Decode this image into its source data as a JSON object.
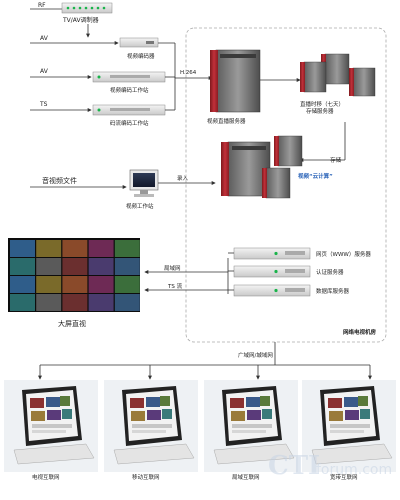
{
  "inputs": {
    "rf": "RF",
    "av1": "AV",
    "av2": "AV",
    "ts": "TS",
    "av_file": "音视频文件"
  },
  "devices": {
    "tv_av_modulator": "TV/AV调制器",
    "video_encoder": "视频编码器",
    "video_encode_station": "视频编码工作站",
    "stream_encode_station": "码流编码工作站",
    "video_workstation": "视频工作站",
    "video_live_server": "视频直播服务器",
    "timeshift_storage": "直播时移（七天）\n存储服务器",
    "web_server": "网页（WWW）服务器",
    "auth_server": "认证服务器",
    "db_server": "数据库服务器"
  },
  "labels": {
    "h264": "H.264",
    "storage": "存储",
    "cloud": "视频“云计算”",
    "record": "录入",
    "lan": "局域网",
    "ts_stream": "TS 流",
    "big_screen": "大屏直视",
    "center_room": "网络电视机房",
    "wan": "广域网/城域网"
  },
  "clients": [
    {
      "label": "电视互联网"
    },
    {
      "label": "移动互联网"
    },
    {
      "label": "局域互联网"
    },
    {
      "label": "宽带互联网"
    }
  ],
  "watermark": {
    "brand": "CTI",
    "suffix": "forum.com"
  },
  "colors": {
    "server_red": "#b3262b",
    "rack_gray": "#d8d8d8",
    "accent_blue": "#2a63b8",
    "led_green": "#19b34a"
  }
}
